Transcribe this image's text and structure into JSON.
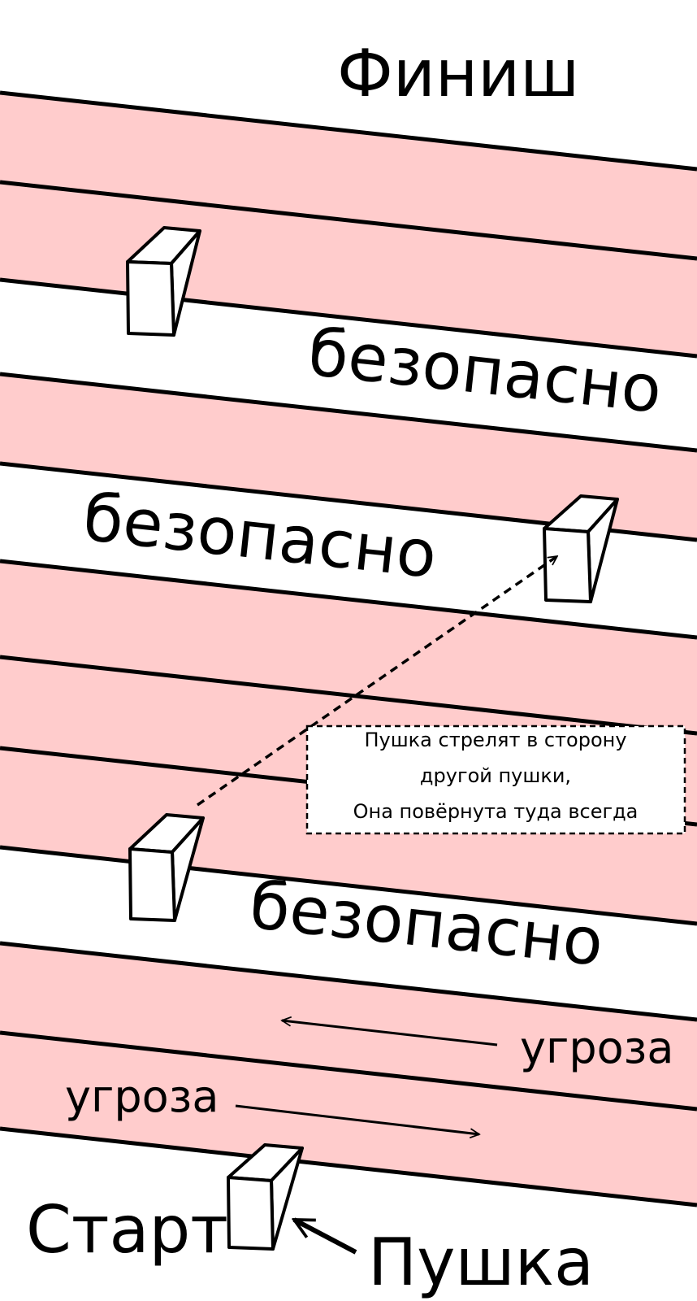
{
  "labels": {
    "finish": "Финиш",
    "safe_1": "безопасно",
    "safe_2": "безопасно",
    "safe_3": "безопасно",
    "threat_right": "угроза",
    "threat_left": "угроза",
    "start": "Старт",
    "cannon": "Пушка"
  },
  "note": {
    "line1": "Пушка стрелят в сторону",
    "line2": "другой пушки,",
    "line3": "Она повёрнута туда всегда"
  },
  "colors": {
    "danger_lane": "#ffcccc",
    "safe_lane": "#ffffff",
    "line": "#000000"
  },
  "lanes": [
    "danger",
    "danger",
    "safe",
    "danger",
    "safe",
    "danger",
    "danger",
    "danger",
    "safe",
    "danger",
    "danger"
  ]
}
